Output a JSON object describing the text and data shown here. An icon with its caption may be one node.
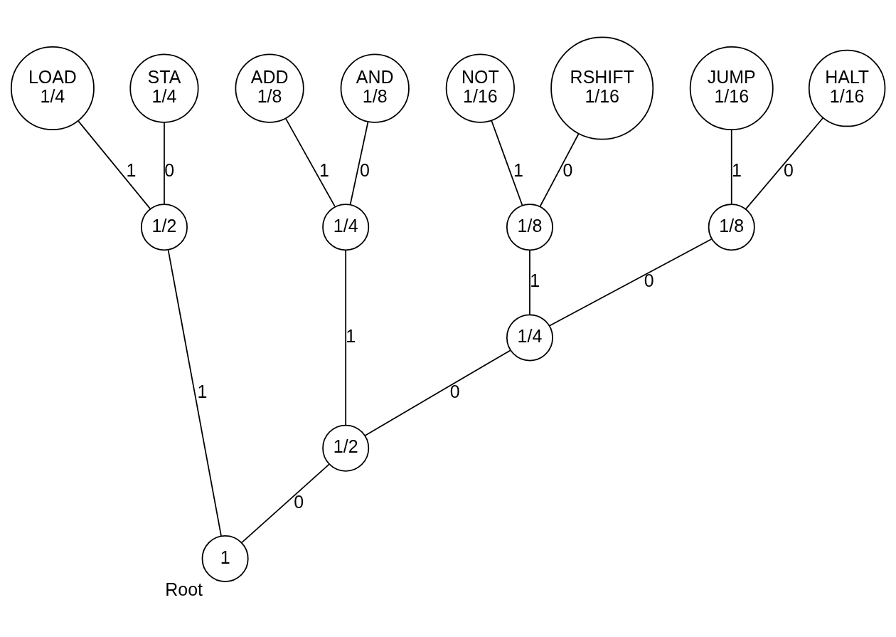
{
  "diagram": {
    "nodes": [
      {
        "text": [
          "LOAD",
          "1/4"
        ]
      },
      {
        "text": [
          "STA",
          "1/4"
        ]
      },
      {
        "text": [
          "ADD",
          "1/8"
        ]
      },
      {
        "text": [
          "AND",
          "1/8"
        ]
      },
      {
        "text": [
          "NOT",
          "1/16"
        ]
      },
      {
        "text": [
          "RSHIFT",
          "1/16"
        ]
      },
      {
        "text": [
          "JUMP",
          "1/16"
        ]
      },
      {
        "text": [
          "HALT",
          "1/16"
        ]
      },
      {
        "text": [
          "1/2"
        ]
      },
      {
        "text": [
          "1/4"
        ]
      },
      {
        "text": [
          "1/8"
        ]
      },
      {
        "text": [
          "1/8"
        ]
      },
      {
        "text": [
          "1/4"
        ]
      },
      {
        "text": [
          "1/2"
        ]
      },
      {
        "text": [
          "1"
        ],
        "beside": [
          "Root"
        ]
      }
    ],
    "edges": [
      {
        "from": 8,
        "to": 0,
        "arrow": "none",
        "label": "1"
      },
      {
        "from": 8,
        "to": 1,
        "arrow": "none",
        "label": "0"
      },
      {
        "from": 9,
        "to": 2,
        "arrow": "none",
        "label": "1"
      },
      {
        "from": 9,
        "to": 3,
        "arrow": "none",
        "label": "0"
      },
      {
        "from": 10,
        "to": 4,
        "arrow": "none",
        "label": "1"
      },
      {
        "from": 10,
        "to": 5,
        "arrow": "none",
        "label": "0"
      },
      {
        "from": 11,
        "to": 6,
        "arrow": "none",
        "label": "1"
      },
      {
        "from": 11,
        "to": 7,
        "arrow": "none",
        "label": "0"
      },
      {
        "from": 12,
        "to": 10,
        "arrow": "none",
        "label": "1"
      },
      {
        "from": 12,
        "to": 11,
        "arrow": "none",
        "label": "0"
      },
      {
        "from": 13,
        "to": 9,
        "arrow": "none",
        "label": "1"
      },
      {
        "from": 13,
        "to": 12,
        "arrow": "none",
        "label": "0"
      },
      {
        "from": 14,
        "to": 8,
        "arrow": "none",
        "label": "1"
      },
      {
        "from": 14,
        "to": 13,
        "arrow": "none",
        "label": "0"
      }
    ]
  }
}
